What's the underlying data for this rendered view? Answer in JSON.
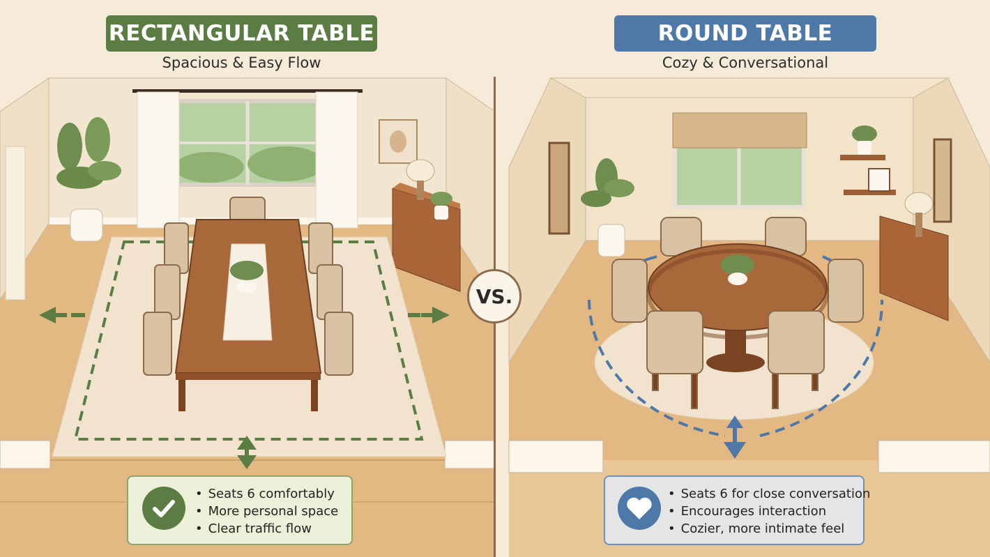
{
  "left": {
    "title": "RECTANGULAR TABLE",
    "subtitle": "Spacious & Easy Flow",
    "bullets": [
      "Seats 6 comfortably",
      "More personal space",
      "Clear traffic flow"
    ],
    "accent": "#5b7d44",
    "box_bg": "#eef1d9",
    "icon": "checkmark-icon"
  },
  "right": {
    "title": "ROUND TABLE",
    "subtitle": "Cozy & Conversational",
    "bullets": [
      "Seats 6 for close conversation",
      "Encourages interaction",
      "Cozier, more intimate feel"
    ],
    "accent": "#4d78a8",
    "box_bg": "#e3e6e4",
    "icon": "heart-icon"
  },
  "vs_label": "VS.",
  "colors": {
    "wall": "#f1e3cc",
    "floor": "#e2b883",
    "wood": "#a9683a",
    "rug": "#f1e3cd",
    "chair": "#d8c2a3"
  }
}
